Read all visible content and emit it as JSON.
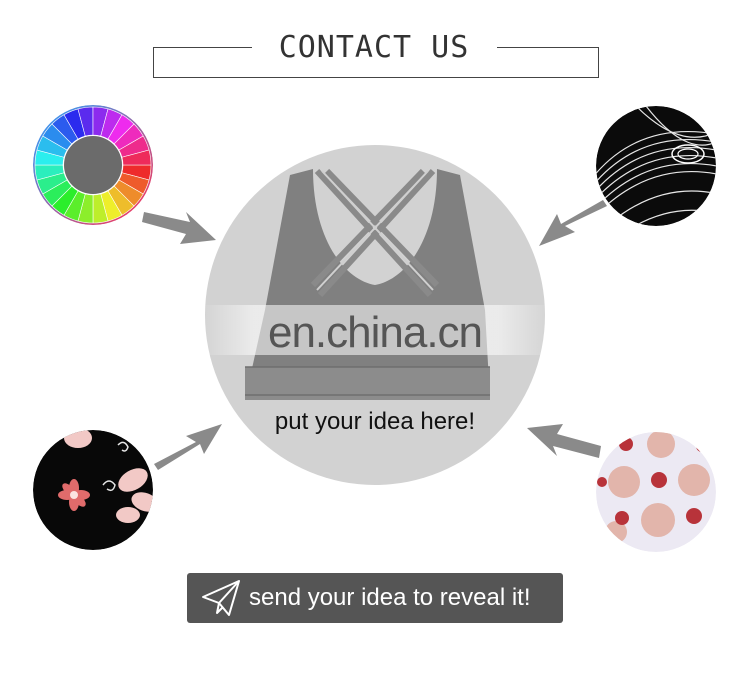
{
  "header": {
    "title": "CONTACT US"
  },
  "center": {
    "watermark": "en.china.cn",
    "idea_text": "put your idea here!"
  },
  "thumbnails": [
    {
      "name": "color-wheel",
      "pattern": "rainbow color wheel"
    },
    {
      "name": "wave-lines",
      "pattern": "white curved lines on black"
    },
    {
      "name": "floral",
      "pattern": "pink flowers on black"
    },
    {
      "name": "polka-dots",
      "pattern": "pink and red dots"
    }
  ],
  "cta": {
    "label": "send your idea to reveal it!",
    "icon": "paper-plane-icon"
  },
  "colors": {
    "circle": "#d2d2d2",
    "garment": "#808080",
    "button": "#555555",
    "arrow": "#8a8a8a"
  }
}
